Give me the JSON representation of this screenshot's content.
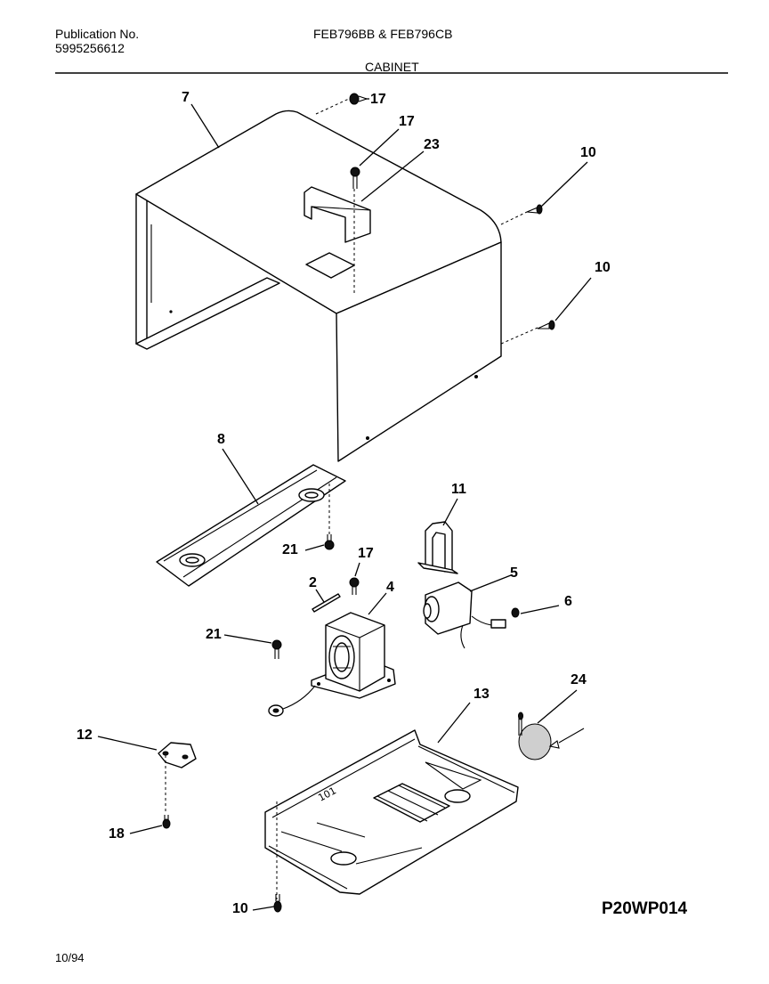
{
  "header": {
    "publication_label": "Publication No.",
    "publication_number": "5995256612",
    "models": "FEB796BB & FEB796CB",
    "section": "CABINET"
  },
  "callouts": {
    "c7": "7",
    "c17a": "17",
    "c17b": "17",
    "c23": "23",
    "c10a": "10",
    "c10b": "10",
    "c8": "8",
    "c21a": "21",
    "c11": "11",
    "c17c": "17",
    "c2": "2",
    "c4": "4",
    "c5": "5",
    "c6": "6",
    "c21b": "21",
    "c13": "13",
    "c24": "24",
    "c12": "12",
    "c18": "18",
    "c10c": "10"
  },
  "footer": {
    "diagram_code": "P20WP014",
    "date": "10/94"
  }
}
